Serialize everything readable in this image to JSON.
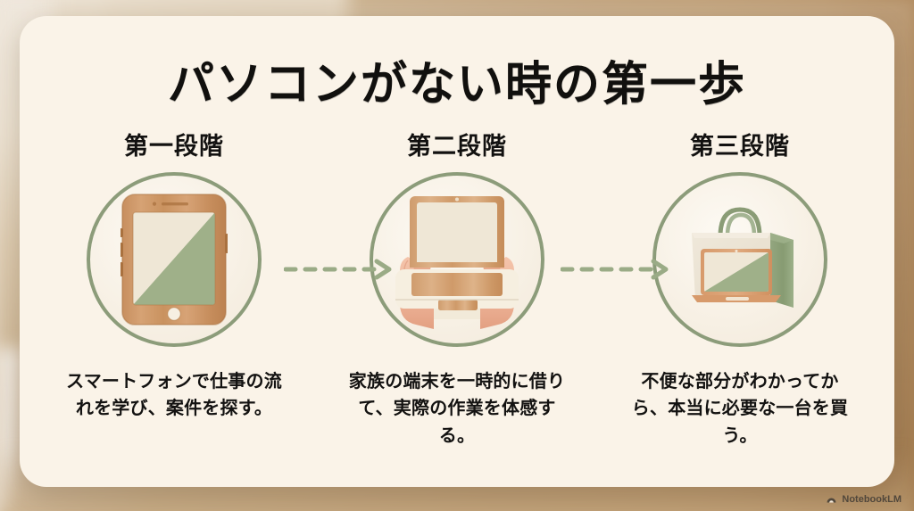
{
  "title": "パソコンがない時の第一歩",
  "theme": {
    "card_bg": "#faf3e8",
    "ring_green": "#8c9c7a",
    "accent_green": "#9aab86",
    "wood_tan": "#c3a681",
    "text_dark": "#121110"
  },
  "steps": [
    {
      "stage_label": "第一段階",
      "icon": "smartphone-icon",
      "caption": "スマートフォンで仕事の流れを学び、案件を探す。"
    },
    {
      "stage_label": "第二段階",
      "icon": "laptop-in-hands-icon",
      "caption": "家族の端末を一時的に借りて、実際の作業を体感する。"
    },
    {
      "stage_label": "第三段階",
      "icon": "shopping-bag-with-laptop-icon",
      "caption": "不便な部分がわかってから、本当に必要な一台を買う。"
    }
  ],
  "connectors": [
    {
      "name": "dashed-arrow-1",
      "direction": "right"
    },
    {
      "name": "dashed-arrow-2",
      "direction": "right"
    }
  ],
  "watermark": {
    "label": "NotebookLM",
    "icon": "notebooklm-logo-icon"
  }
}
